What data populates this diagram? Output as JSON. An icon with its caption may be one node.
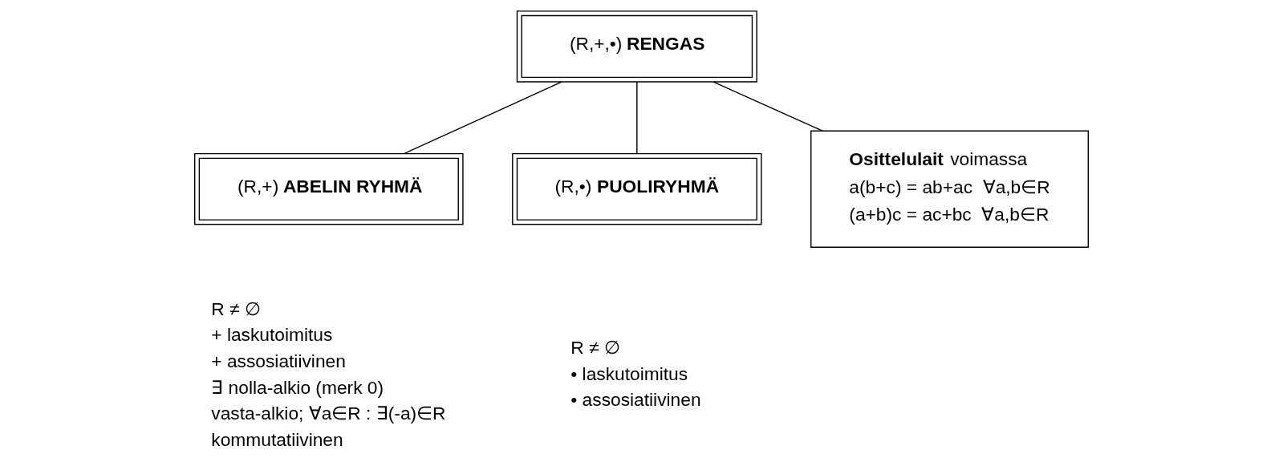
{
  "diagram": {
    "nodes": [
      {
        "text": [
          "(R,+,•) **RENGAS**"
        ]
      },
      {
        "text": [
          "(R,+) **ABELIN RYHMÄ**"
        ],
        "beside": [
          "R ≠ ∅",
          "+ laskutoimitus",
          "+ assosiatiivinen",
          "∃ nolla-alkio (merk 0)",
          "vasta-alkio; ∀a∈R : ∃(-a)∈R",
          "kommutatiivinen"
        ]
      },
      {
        "text": [
          "(R,•) **PUOLIRYHMÄ**"
        ],
        "beside": [
          "R ≠ ∅",
          "• laskutoimitus",
          "• assosiatiivinen"
        ]
      },
      {
        "text": [
          "**Osittelulait** voimassa",
          "a(b+c) = ab+ac  ∀a,b∈R",
          "(a+b)c = ac+bc  ∀a,b∈R"
        ]
      }
    ],
    "edges": [
      {
        "from": 0,
        "to": 1,
        "arrow": "none"
      },
      {
        "from": 0,
        "to": 2,
        "arrow": "none"
      },
      {
        "from": 0,
        "to": 3,
        "arrow": "none"
      }
    ]
  }
}
